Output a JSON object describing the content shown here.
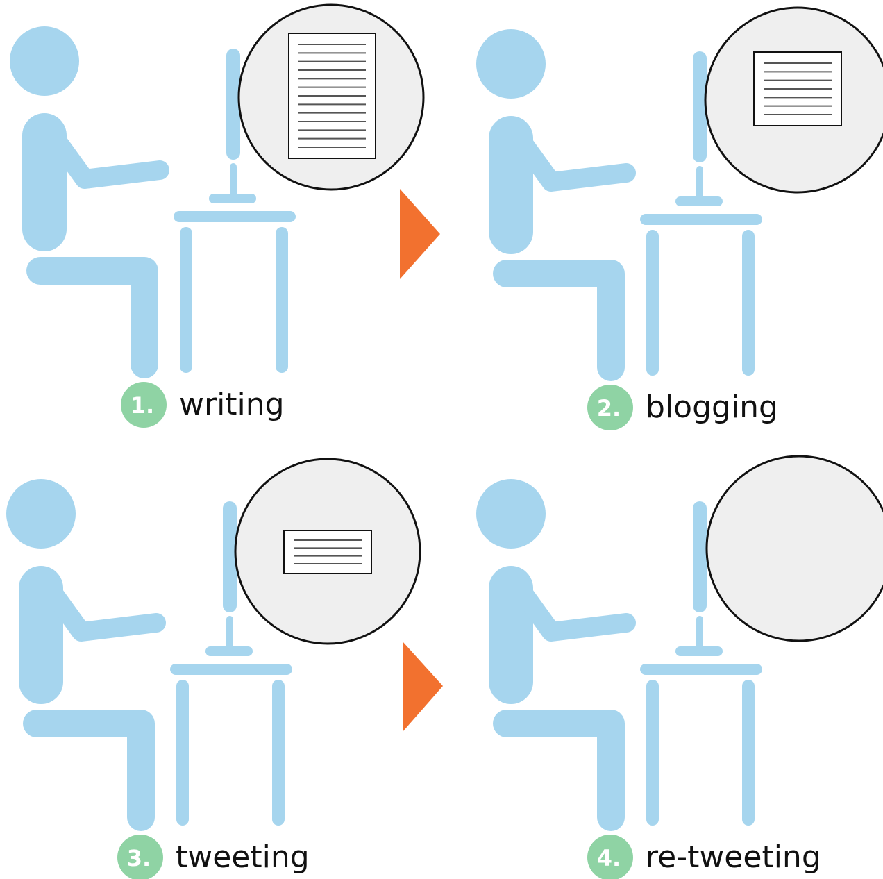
{
  "colors": {
    "figure": "#a6d5ee",
    "arrow": "#f2712f",
    "badge": "#8fd3a4",
    "bubble_fill": "#efefef",
    "bubble_stroke": "#111111",
    "paper_fill": "#ffffff",
    "paper_line": "#555555"
  },
  "steps": [
    {
      "number": "1.",
      "label": "writing",
      "document_lines": 13
    },
    {
      "number": "2.",
      "label": "blogging",
      "document_lines": 7
    },
    {
      "number": "3.",
      "label": "tweeting",
      "document_lines": 4
    },
    {
      "number": "4.",
      "label": "re-tweeting",
      "document_lines": 0
    }
  ],
  "arrows": [
    {
      "icon": "triangle-right-arrow",
      "from": "1.",
      "to": "2."
    },
    {
      "icon": "triangle-right-arrow",
      "from": "3.",
      "to": "4."
    }
  ]
}
